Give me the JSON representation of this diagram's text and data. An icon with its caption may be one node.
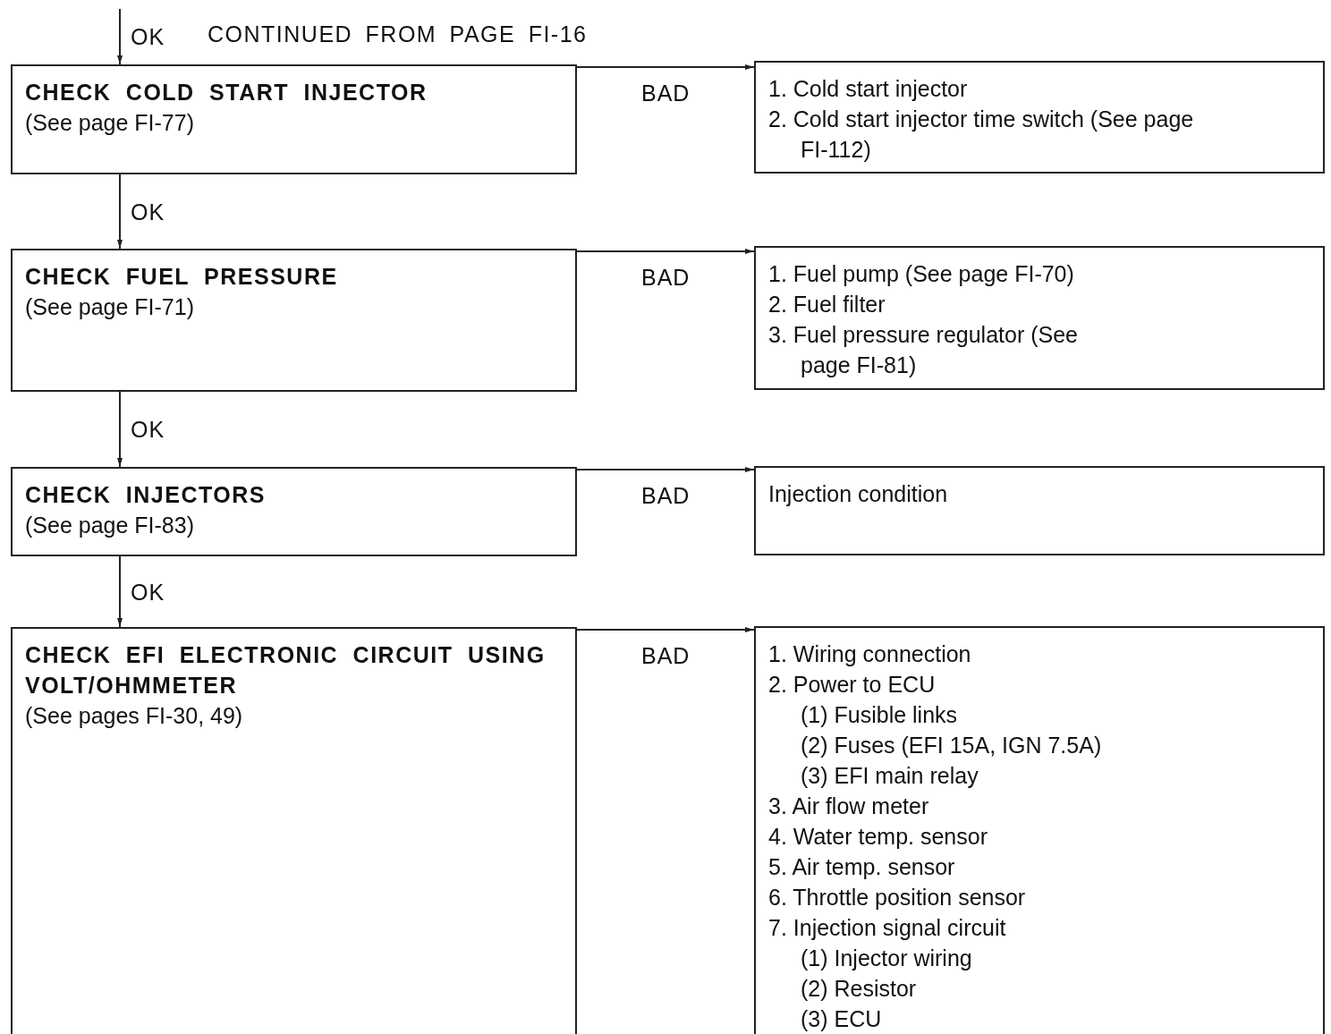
{
  "diagram": {
    "nodes": [
      {
        "text": [
          "CHECK COLD START INJECTOR",
          "(See page FI-77)"
        ]
      },
      {
        "text": [
          "1. Cold start injector",
          "2. Cold start injector time switch (See page FI-112)"
        ]
      },
      {
        "text": [
          "CHECK FUEL PRESSURE",
          "(See page FI-71)"
        ]
      },
      {
        "text": [
          "1. Fuel pump (See page FI-70)",
          "2. Fuel filter",
          "3. Fuel pressure regulator (See page FI-81)"
        ]
      },
      {
        "text": [
          "CHECK INJECTORS",
          "(See page FI-83)"
        ]
      },
      {
        "text": [
          "Injection condition"
        ]
      },
      {
        "text": [
          "CHECK EFI ELECTRONIC CIRCUIT USING VOLT/OHMMETER",
          "(See pages FI-30, 49)"
        ]
      },
      {
        "text": [
          "1. Wiring connection",
          "2. Power to ECU",
          "(1) Fusible links",
          "(2) Fuses (EFI 15A, IGN 7.5A)",
          "(3) EFI main relay",
          "3. Air flow meter",
          "4. Water temp. sensor",
          "5. Air temp. sensor",
          "6. Throttle position sensor",
          "7. Injection signal circuit",
          "(1) Injector wiring",
          "(2) Resistor",
          "(3) ECU"
        ]
      }
    ],
    "edges": [
      {
        "from": null,
        "to": 0,
        "arrow": "to",
        "label": "OK"
      },
      {
        "from": 0,
        "to": 1,
        "arrow": "to",
        "label": "BAD"
      },
      {
        "from": 0,
        "to": 2,
        "arrow": "to",
        "label": "OK"
      },
      {
        "from": 2,
        "to": 3,
        "arrow": "to",
        "label": "BAD"
      },
      {
        "from": 2,
        "to": 4,
        "arrow": "to",
        "label": "OK"
      },
      {
        "from": 4,
        "to": 5,
        "arrow": "to",
        "label": "BAD"
      },
      {
        "from": 4,
        "to": 6,
        "arrow": "to",
        "label": "OK"
      },
      {
        "from": 6,
        "to": 7,
        "arrow": "to",
        "label": "BAD"
      }
    ],
    "labels": [
      "CONTINUED FROM PAGE FI-16"
    ]
  }
}
